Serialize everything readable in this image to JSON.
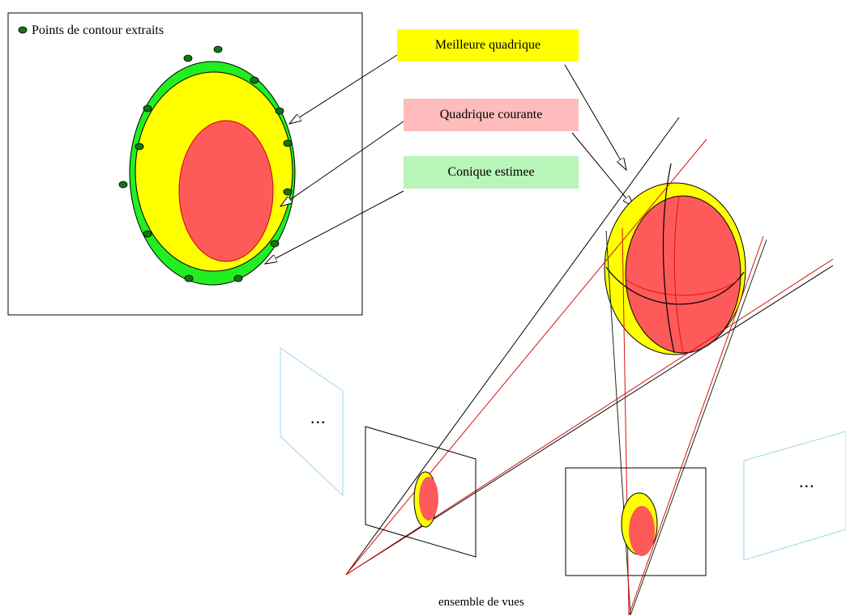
{
  "legend": {
    "marker_label": "Points de contour extraits",
    "marker_color": "#117711"
  },
  "labels": {
    "best_quadric": "Meilleure quadrique",
    "current_quadric": "Quadrique courante",
    "estimated_conic": "Conique estimee",
    "view_set": "ensemble de vues",
    "ellipsis_left": "...",
    "ellipsis_right": "..."
  },
  "colors": {
    "best_quadric": "#ffff00",
    "current_quadric": "#ff5a5a",
    "estimated_conic": "#22ee22",
    "best_quadric_box": "#ffff00",
    "current_quadric_box": "#ffbcbc",
    "estimated_conic_box": "#b8f5b8",
    "view_frame_faded": "#9fd4ee",
    "ray_red": "#dd1111",
    "ray_dark_green": "#113311",
    "ray_black": "#000000"
  }
}
